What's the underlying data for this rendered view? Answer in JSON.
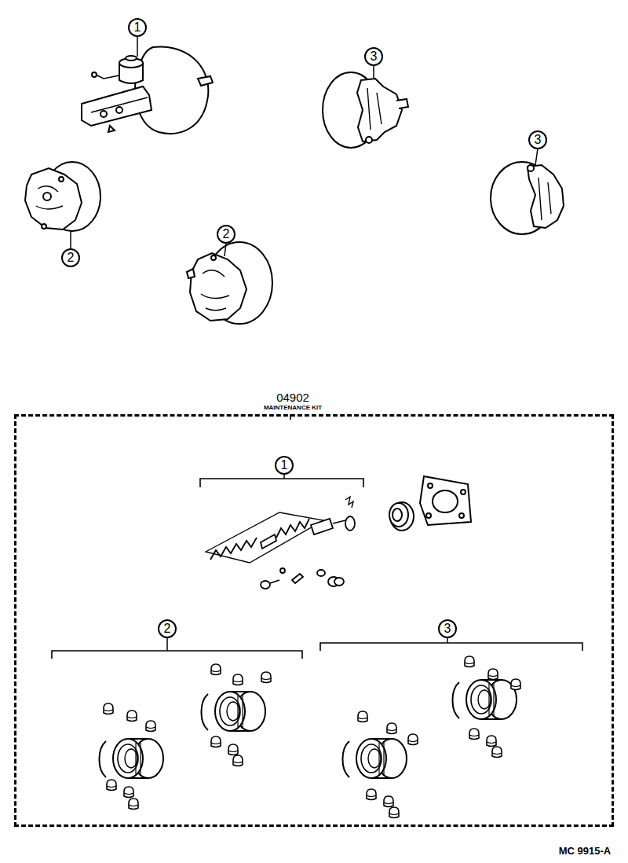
{
  "diagram": {
    "nodes": [
      {
        "text": [
          "04902",
          "MAINTENANCE KIT"
        ]
      }
    ],
    "labels": [
      "1",
      "3",
      "3",
      "2",
      "2",
      "1",
      "2",
      "3",
      "MC 9915-A"
    ]
  }
}
